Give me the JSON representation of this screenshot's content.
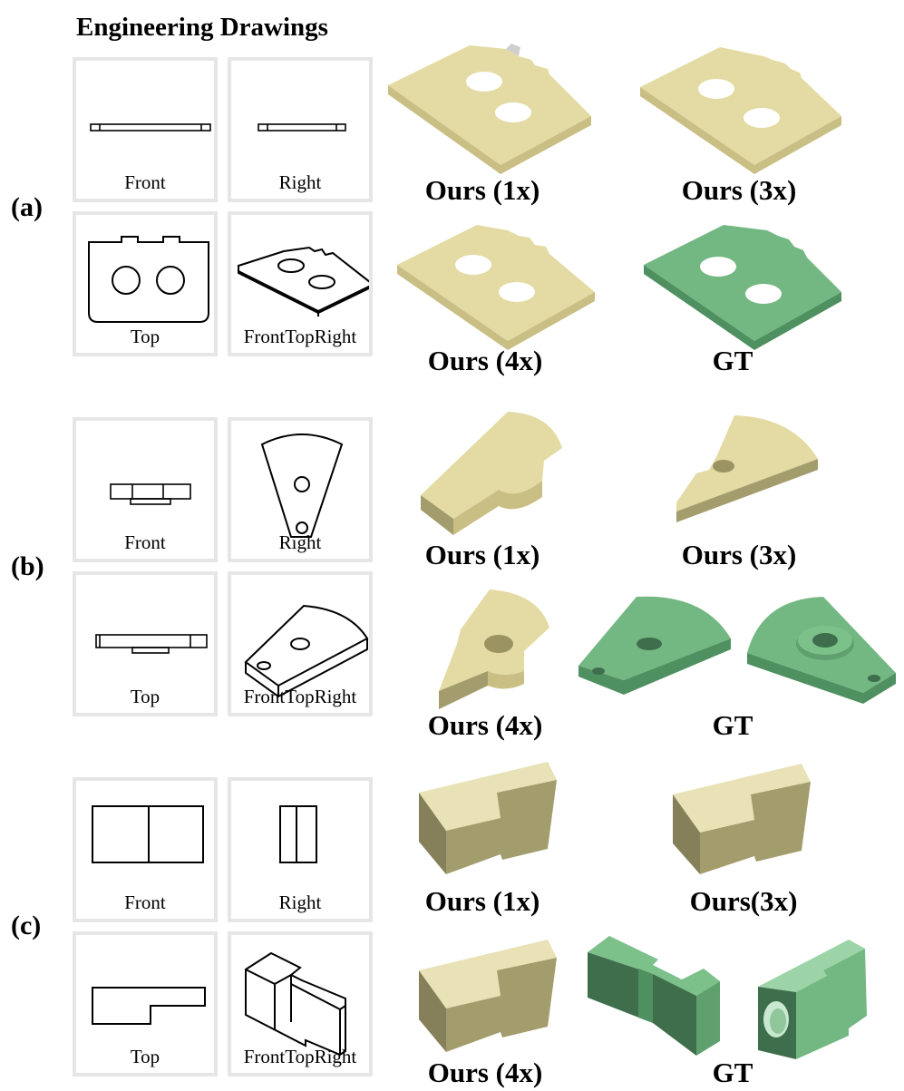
{
  "figure": {
    "heading": "Engineering Drawings",
    "view_labels": {
      "front": "Front",
      "right": "Right",
      "top": "Top",
      "iso": "FrontTopRight"
    },
    "colors": {
      "prediction": "#e3dba3",
      "ground_truth": "#73b882",
      "cell_border": "#e6e6e6"
    },
    "rows": [
      {
        "label": "(a)",
        "captions": [
          "Ours (1x)",
          "Ours (3x)",
          "Ours (4x)",
          "GT"
        ]
      },
      {
        "label": "(b)",
        "captions": [
          "Ours (1x)",
          "Ours (3x)",
          "Ours (4x)",
          "GT"
        ]
      },
      {
        "label": "(c)",
        "captions": [
          "Ours (1x)",
          "Ours(3x)",
          "Ours (4x)",
          "GT"
        ]
      }
    ]
  }
}
